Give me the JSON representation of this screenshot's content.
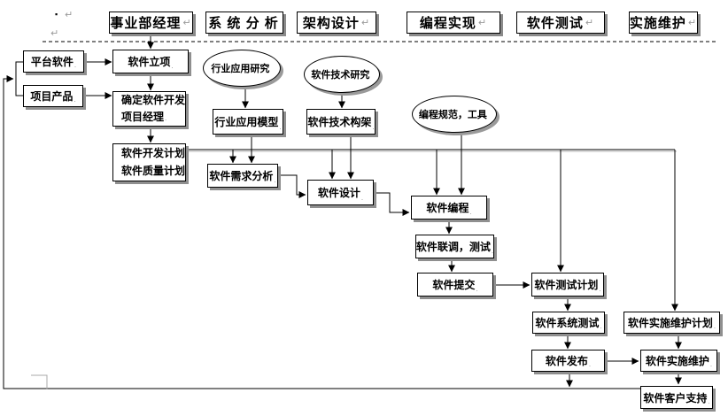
{
  "colors": {
    "background": "#ffffff",
    "line": "#000000",
    "box_border": "#000000",
    "box_shadow": "#8f8f8f",
    "text": "#000000",
    "artifact_gray": "#a0a0a0"
  },
  "marks": {
    "dot": ".",
    "ret": "↵",
    "bullet": "▪"
  },
  "headers": [
    {
      "label": "事业部经理",
      "ret": "↵"
    },
    {
      "label": "系 统 分 析",
      "ret": ""
    },
    {
      "label": "架构设计",
      "ret": "↵"
    },
    {
      "label": "编程实现",
      "ret": "↵"
    },
    {
      "label": "软件测试",
      "ret": "↵"
    },
    {
      "label": "实施维护",
      "ret": "↵"
    }
  ],
  "nodes": {
    "platform_software": {
      "label": "平台软件"
    },
    "project_product": {
      "label": "项目产品"
    },
    "software_initiation": {
      "label": "软件立项"
    },
    "assign_pm": {
      "line1": "确定软件开发",
      "line2": "项目经理"
    },
    "dev_plan": {
      "line1": "软件开发计划",
      "line2": "软件质量计划"
    },
    "industry_research": {
      "label": "行业应用研究"
    },
    "industry_model": {
      "label": "行业应用模型"
    },
    "requirement_analysis": {
      "label": "软件需求分析"
    },
    "tech_research": {
      "label": "软件技术研究"
    },
    "tech_architecture": {
      "label": "软件技术构架"
    },
    "software_design": {
      "label": "软件设计"
    },
    "coding_standard": {
      "label": "编程规范，工具"
    },
    "software_coding": {
      "label": "软件编程"
    },
    "joint_debug_test": {
      "label": "软件联调，测试"
    },
    "software_submit": {
      "label": "软件提交"
    },
    "test_plan": {
      "label": "软件测试计划"
    },
    "system_test": {
      "label": "软件系统测试"
    },
    "software_release": {
      "label": "软件发布"
    },
    "impl_maint_plan": {
      "label": "软件实施维护计划"
    },
    "impl_maint": {
      "label": "软件实施维护"
    },
    "customer_support": {
      "label": "软件客户支持"
    }
  }
}
